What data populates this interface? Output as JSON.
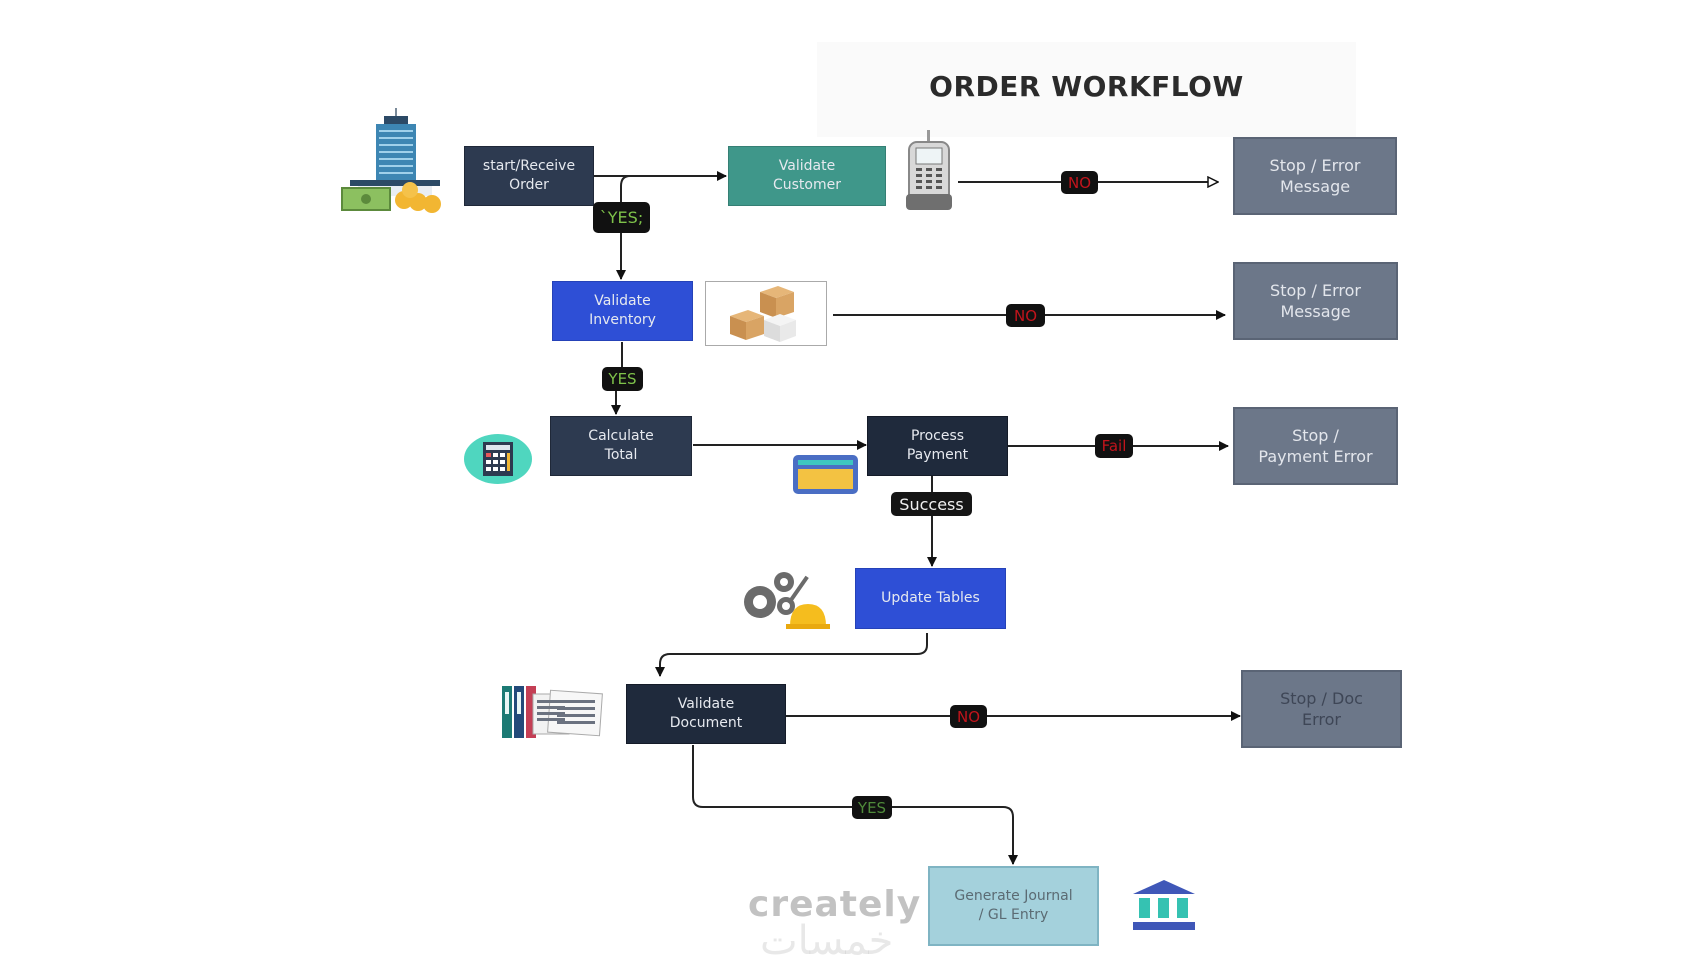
{
  "diagram": {
    "title": "ORDER WORKFLOW",
    "nodes": {
      "start": "start/Receive\nOrder",
      "validate_customer": "Validate\nCustomer",
      "stop_error_1": "Stop / Error\nMessage",
      "validate_inventory": "Validate\nInventory",
      "stop_error_2": "Stop / Error\nMessage",
      "calculate_total": "Calculate\nTotal",
      "process_payment": "Process\nPayment",
      "stop_payment_error": "Stop /\nPayment Error",
      "update_tables": "Update Tables",
      "validate_document": "Validate\nDocument",
      "stop_doc_error": "Stop / Doc\nError",
      "generate_journal": "Generate Journal\n/ GL Entry"
    },
    "edge_labels": {
      "yes_1": "`YES;",
      "no_1": "NO",
      "no_2": "NO",
      "yes_2": "YES",
      "fail": "Fail",
      "success": "Success",
      "no_3": "NO",
      "yes_3": "YES"
    },
    "icons": {
      "building": "building-money-icon",
      "phone": "cordless-phone-icon",
      "boxes": "cardboard-boxes-icon",
      "calculator": "calculator-icon",
      "card": "credit-card-icon",
      "gears": "gears-wrench-hardhat-icon",
      "documents": "binders-documents-icon",
      "bank": "bank-icon"
    },
    "watermark": {
      "brand": "creately",
      "arabic": "خمسات"
    },
    "colors": {
      "dark_node": "#2d3a50",
      "teal_node": "#3f978a",
      "blue_node": "#2e4fd6",
      "stop_node": "#6c7789",
      "gl_node": "#a4d1dc",
      "no_label": "#c1141c",
      "yes_label": "#7ec24a"
    }
  }
}
